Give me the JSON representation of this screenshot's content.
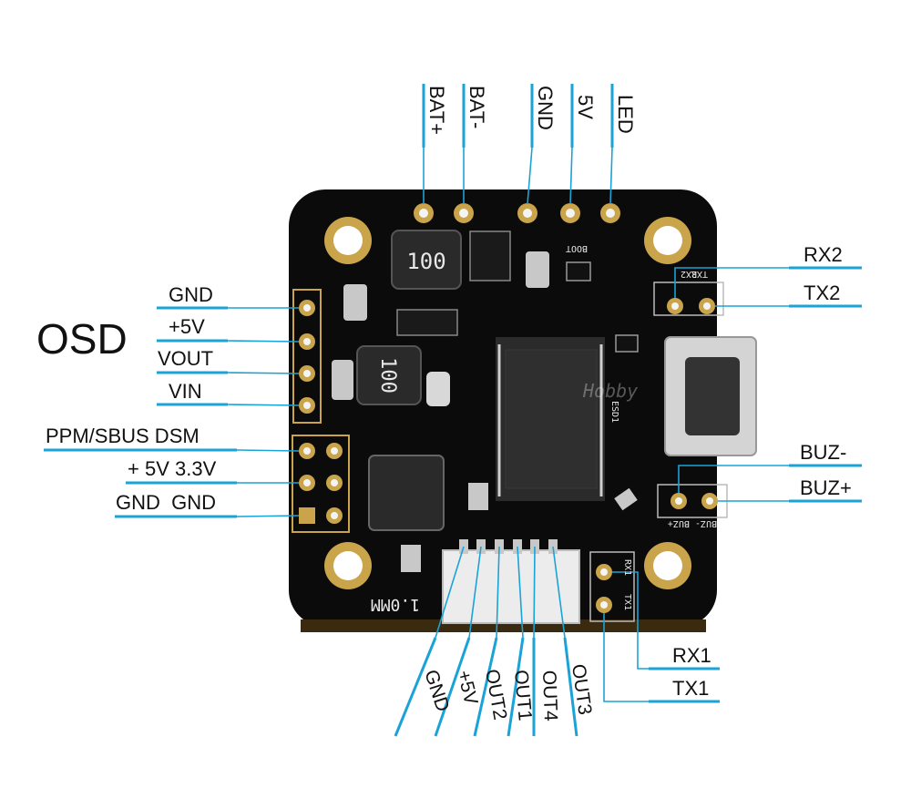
{
  "title": "OSD",
  "top_pins": [
    "BAT+",
    "BAT-",
    "GND",
    "5V",
    "LED"
  ],
  "left_osd_pins": [
    "GND",
    "+5V",
    "VOUT",
    "VIN"
  ],
  "left_rx_rows": [
    "PPM/SBUS DSM",
    "+ 5V 3.3V",
    "GND  GND"
  ],
  "right_pins": [
    "RX2",
    "TX2",
    "BUZ-",
    "BUZ+",
    "RX1",
    "TX1"
  ],
  "bottom_pins": [
    "GND",
    "+5V",
    "OUT2",
    "OUT1",
    "OUT4",
    "OUT3"
  ],
  "board_marks": {
    "inductor_top": "100",
    "inductor_mid": "100",
    "boot": "BOOT",
    "rx2": "RX2",
    "tx2": "TX2",
    "buz": "BUZ- BUZ+",
    "rx1": "RX1",
    "tx1": "TX1",
    "connector": "1.0MM",
    "esd": "ESD1",
    "watermark": "Hobby"
  },
  "colors": {
    "board": "#0b0b0b",
    "accent": "#1aa3d6",
    "pad": "#c9a44a"
  }
}
